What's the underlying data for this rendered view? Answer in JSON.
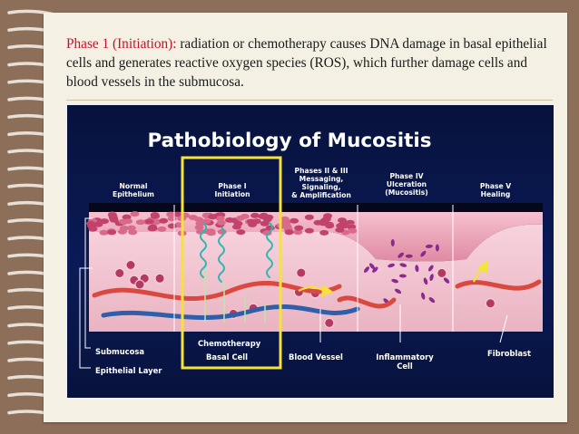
{
  "caption": {
    "highlight": "Phase 1 (Initiation):",
    "body": " radiation or chemotherapy causes DNA damage in basal epithelial cells and generates reactive oxygen species (ROS), which further damage cells and blood vessels in the submucosa."
  },
  "figure": {
    "title": "Pathobiology of Mucositis",
    "phases": [
      "Normal\nEpithelium",
      "Phase I\nInitiation",
      "Phases  II & III\nMessaging,\nSignaling,\n& Amplification",
      "Phase IV\nUlceration\n(Mucositis)",
      "Phase V\nHealing"
    ],
    "labels": {
      "submucosa": "Submucosa",
      "epithelial_layer": "Epithelial Layer",
      "chemotherapy": "Chemotherapy",
      "basal_cell": "Basal Cell",
      "blood_vessel": "Blood Vessel",
      "inflammatory_cell": "Inflammatory\nCell",
      "fibroblast": "Fibroblast"
    }
  },
  "colors": {
    "caption_highlight": "#c8102e",
    "figure_background": "#0a1a57",
    "highlight_box": "#f5e23a",
    "tissue": "#e9a3b6",
    "cells": "#c2426e"
  }
}
